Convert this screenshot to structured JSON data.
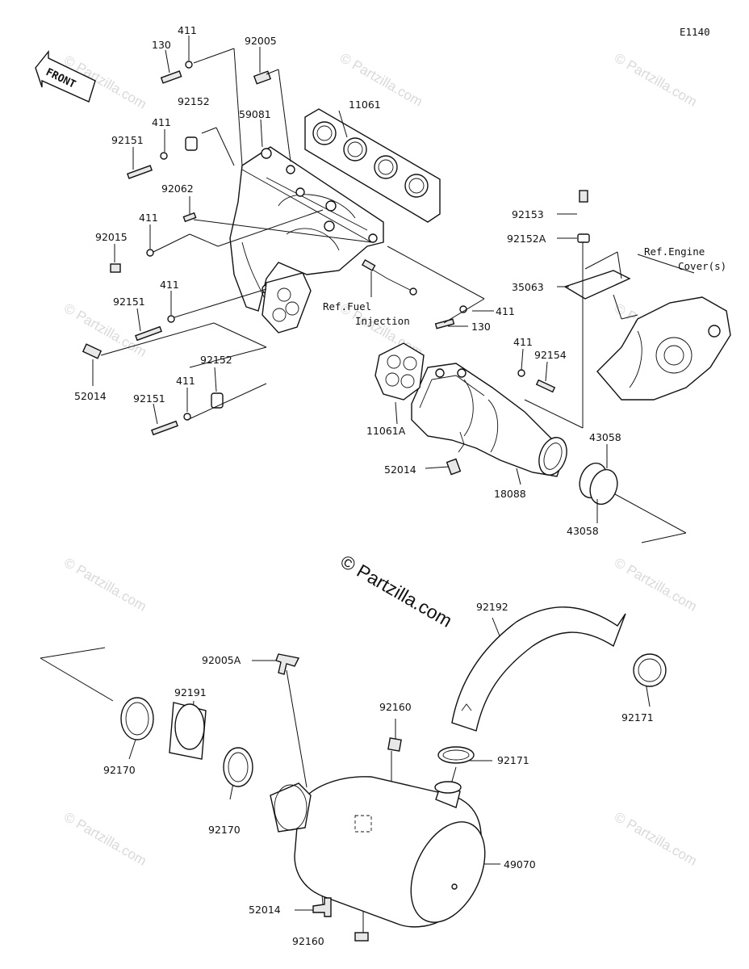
{
  "diagram_code": "E1140",
  "front_label": "FRONT",
  "copyright": "© Partzilla.com",
  "watermark": "© Partzilla.com",
  "refs": {
    "fuel_line1": "Ref.Fuel",
    "fuel_line2": "Injection",
    "engine_line1": "Ref.Engine",
    "engine_line2": "Cover(s)"
  },
  "parts": {
    "p130_top": "130",
    "p411_top": "411",
    "p92005": "92005",
    "p92152_a": "92152",
    "p411_b": "411",
    "p92151_a": "92151",
    "p59081": "59081",
    "p11061": "11061",
    "p92062": "92062",
    "p411_c": "411",
    "p92015": "92015",
    "p411_d": "411",
    "p92151_b": "92151",
    "p52014_a": "52014",
    "p92152_b": "92152",
    "p411_e": "411",
    "p92151_c": "92151",
    "p92153": "92153",
    "p92152A": "92152A",
    "p35063": "35063",
    "p411_f": "411",
    "p130_b": "130",
    "p411_g": "411",
    "p92154": "92154",
    "p11061A": "11061A",
    "p52014_b": "52014",
    "p18088": "18088",
    "p43058_a": "43058",
    "p43058_b": "43058",
    "p92192": "92192",
    "p92171_a": "92171",
    "p92005A": "92005A",
    "p92191": "92191",
    "p92170_a": "92170",
    "p92170_b": "92170",
    "p92160_a": "92160",
    "p92171_b": "92171",
    "p49070": "49070",
    "p52014_c": "52014",
    "p92160_b": "92160"
  }
}
